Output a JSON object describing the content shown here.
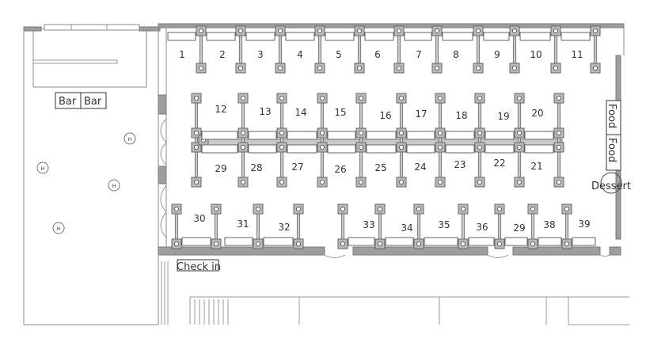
{
  "bar": {
    "labels": [
      "Bar",
      "Bar"
    ]
  },
  "food": {
    "labels": [
      "Food",
      "Food"
    ]
  },
  "dessert": "Dessert",
  "check_in": "Check in",
  "heater_symbol": "H",
  "heater_icon": "heater-icon",
  "seat_icon": "stool-icon",
  "tables": {
    "row_top": [
      "1",
      "2",
      "3",
      "4",
      "5",
      "6",
      "7",
      "8",
      "9",
      "10",
      "11"
    ],
    "row_middle_upper": [
      "12",
      "13",
      "14",
      "15",
      "16",
      "17",
      "18",
      "19",
      "20"
    ],
    "row_middle_lower": [
      "29",
      "28",
      "27",
      "26",
      "25",
      "24",
      "23",
      "22",
      "21"
    ],
    "row_bottom": [
      "30",
      "31",
      "32",
      "33",
      "34",
      "35",
      "36",
      "29",
      "38",
      "39"
    ]
  }
}
